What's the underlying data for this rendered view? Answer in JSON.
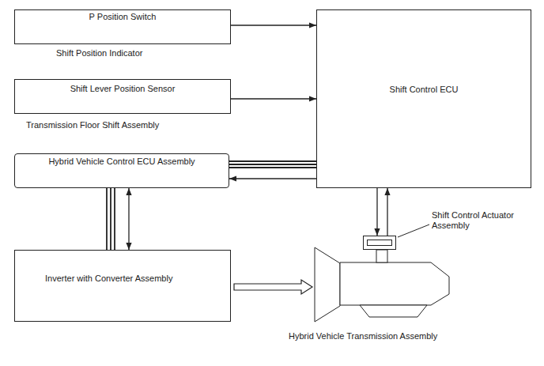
{
  "diagram": {
    "nodes": [
      {
        "text": [
          "P Position Switch",
          "Shift Position Indicator"
        ]
      },
      {
        "text": [
          "Shift Lever Position Sensor",
          "Transmission Floor Shift Assembly"
        ]
      },
      {
        "text": [
          "Shift Control ECU"
        ]
      },
      {
        "text": [
          "Hybrid Vehicle Control ECU Assembly"
        ]
      },
      {
        "text": [
          "Inverter with Converter Assembly"
        ]
      },
      {
        "text": [
          "Shift Control Actuator Assembly"
        ]
      },
      {
        "text": [
          "Hybrid Vehicle Transmission Assembly"
        ]
      }
    ],
    "edges": [
      {
        "from": 0,
        "to": 2,
        "arrow": "to"
      },
      {
        "from": 1,
        "to": 2,
        "arrow": "to"
      },
      {
        "from": 3,
        "to": 2,
        "arrow": "none"
      },
      {
        "from": 2,
        "to": 3,
        "arrow": "to"
      },
      {
        "from": 3,
        "to": 4,
        "arrow": "none"
      },
      {
        "from": 3,
        "to": 4,
        "arrow": "both"
      },
      {
        "from": 2,
        "to": 5,
        "arrow": "to"
      },
      {
        "from": 5,
        "to": 2,
        "arrow": "to"
      },
      {
        "from": 4,
        "to": 6,
        "arrow": "to"
      }
    ]
  }
}
